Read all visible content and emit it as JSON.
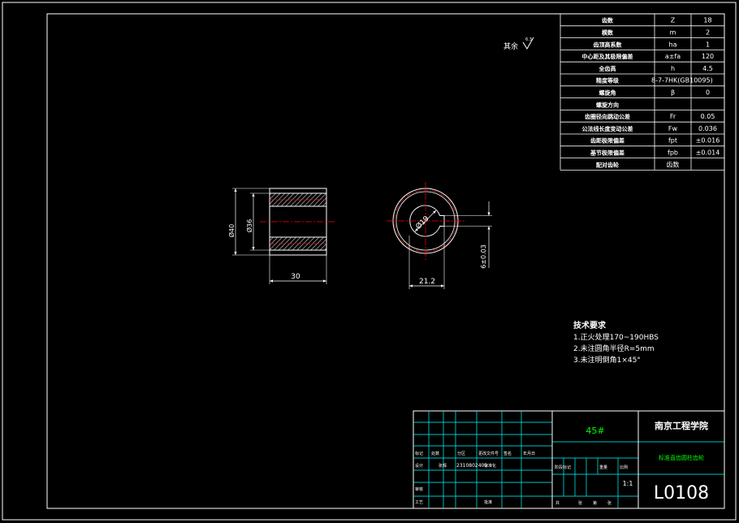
{
  "colors": {
    "background": "#000000",
    "line": "#ffffff",
    "cyan": "#00ffff",
    "red": "#ff0000",
    "green": "#00ff00",
    "hatch": "#c8c8c8"
  },
  "params_table": {
    "rows": [
      {
        "label": "齿数",
        "symbol": "Z",
        "value": "18"
      },
      {
        "label": "模数",
        "symbol": "m",
        "value": "2"
      },
      {
        "label": "齿顶高系数",
        "symbol": "ha",
        "value": "1"
      },
      {
        "label": "中心距及其极限偏差",
        "symbol": "a±fa",
        "value": "120"
      },
      {
        "label": "全齿高",
        "symbol": "h",
        "value": "4.5"
      },
      {
        "label": "精度等级",
        "symbol": "8-7-7HK(GB10095)",
        "value": ""
      },
      {
        "label": "螺旋角",
        "symbol": "β",
        "value": "0"
      },
      {
        "label": "螺旋方向",
        "symbol": "",
        "value": ""
      },
      {
        "label": "齿圈径向跳动公差",
        "symbol": "Fr",
        "value": "0.05"
      },
      {
        "label": "公法线长度变动公差",
        "symbol": "Fw",
        "value": "0.036"
      },
      {
        "label": "齿距极限偏差",
        "symbol": "fpt",
        "value": "±0.016"
      },
      {
        "label": "基节极限偏差",
        "symbol": "fpb",
        "value": "±0.014"
      },
      {
        "label": "配对齿轮",
        "symbol": "齿数",
        "value": ""
      }
    ]
  },
  "roughness": {
    "prefix": "其余",
    "value": "6.3"
  },
  "side_view": {
    "dim_outer": "Ø40",
    "dim_inner": "Ø36",
    "dim_length": "30"
  },
  "front_view": {
    "dim_bore": "Ø19",
    "dim_keyway_depth": "21.2",
    "dim_keyway_width": "6±0.03"
  },
  "tech_requirements": {
    "title": "技术要求",
    "items": [
      "1.正火处理170~190HBS",
      "2.未注圆角半径R=5mm",
      "3.未注明倒角1×45°"
    ]
  },
  "title_block": {
    "material": "45#",
    "school": "南京工程学院",
    "drawing_name": "标准直齿圆柱齿轮",
    "drawing_number": "L0108",
    "scale": "1:1",
    "sign_row_labels": [
      "标记",
      "处数",
      "分区",
      "更改文件号",
      "签名",
      "年月日"
    ],
    "designer_label": "设计",
    "designer_name": "张辉",
    "student_id": "2310802409",
    "standardize_label": "标准化",
    "stage_labels": [
      "阶段标记",
      "重量",
      "比例"
    ],
    "review_label": "审核",
    "process_label": "工艺",
    "approve_label": "批准",
    "sheet_labels": [
      "共",
      "张",
      "第",
      "张"
    ]
  }
}
